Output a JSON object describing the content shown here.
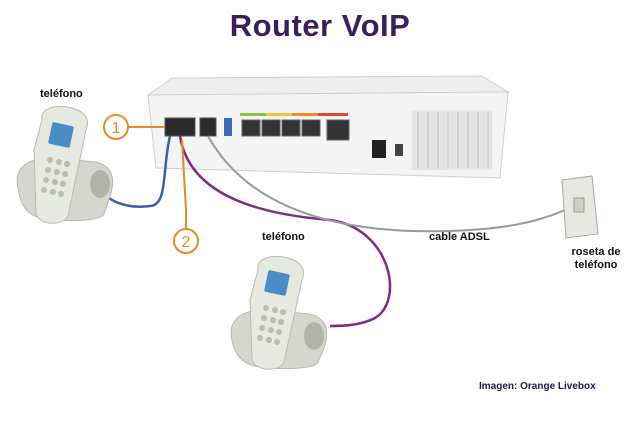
{
  "title": "Router VoIP",
  "labels": {
    "phone_top": "teléfono",
    "phone_bottom": "teléfono",
    "adsl_cable": "cable ADSL",
    "phone_jack": "roseta de teléfono"
  },
  "markers": {
    "one": "1",
    "two": "2"
  },
  "credit": "Imagen: Orange Livebox",
  "colors": {
    "title": "#3a1f5c",
    "marker": "#e88a2a",
    "cable_blue": "#3b5fa8",
    "cable_purple": "#7b2d83",
    "cable_gray": "#9a9a9a"
  }
}
